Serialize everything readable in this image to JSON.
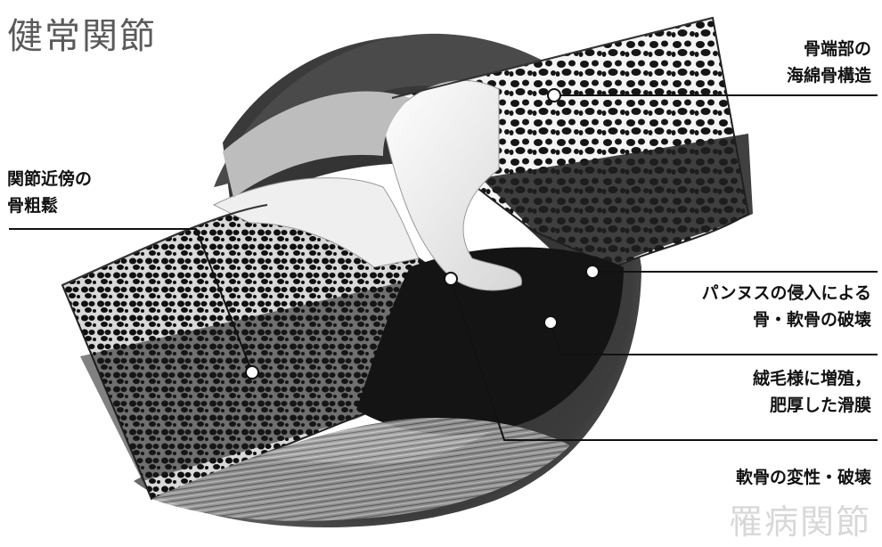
{
  "titles": {
    "healthy": "健常関節",
    "diseased": "罹病関節"
  },
  "callouts": {
    "cancellous_bone": [
      "骨端部の",
      "海綿骨構造"
    ],
    "periarticular_osteoporosis": [
      "関節近傍の",
      "骨粗鬆"
    ],
    "pannus_destruction": [
      "パンヌスの侵入による",
      "骨・軟骨の破壊"
    ],
    "synovial_hyperplasia": [
      "絨毛様に増殖，",
      "肥厚した滑膜"
    ],
    "cartilage_degeneration": [
      "軟骨の変性・破壊"
    ]
  },
  "colors": {
    "ink": "#111111",
    "bone_dark": "#1c1c1c",
    "bone_light": "#f2f2f2",
    "capsule": "#3a3a3a"
  }
}
